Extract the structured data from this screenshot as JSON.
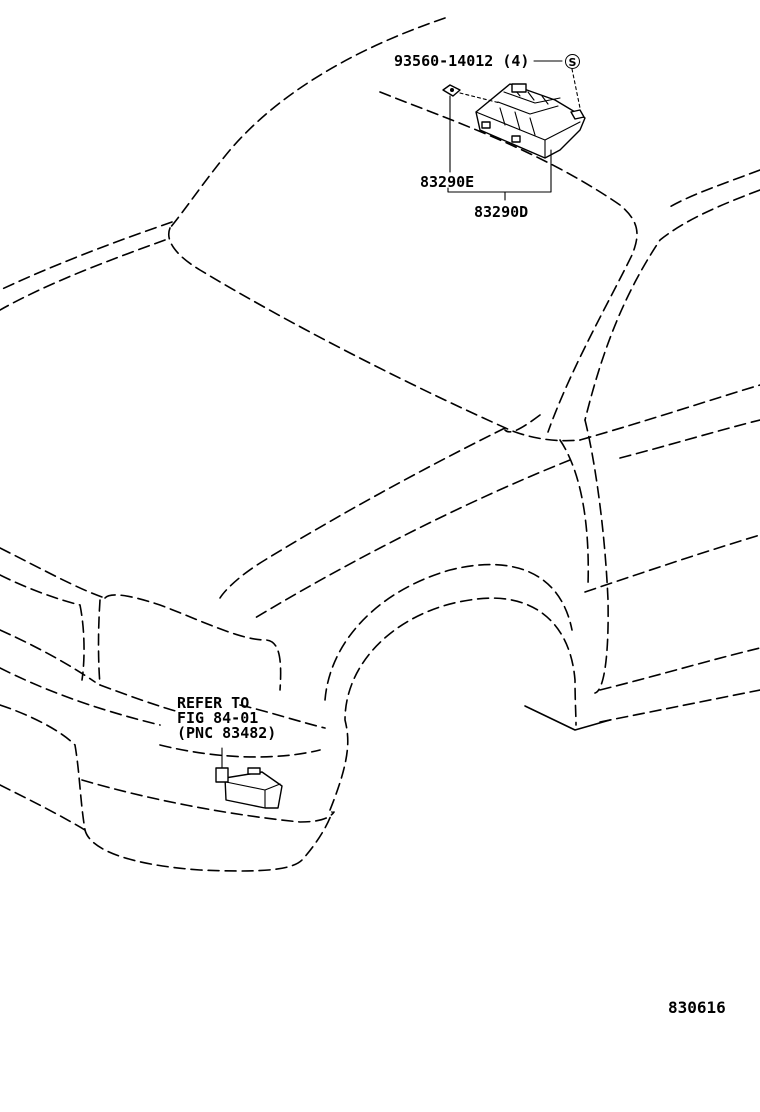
{
  "labels": {
    "fastener_part_no": "93560-14012 (4)",
    "part_83290e": "83290E",
    "part_83290d": "83290D",
    "refer_line1": "REFER TO",
    "refer_line2": "FIG 84-01",
    "refer_line3": "(PNC 83482)",
    "figure_number": "830616"
  },
  "symbols": {
    "supplied_symbol": "S"
  }
}
